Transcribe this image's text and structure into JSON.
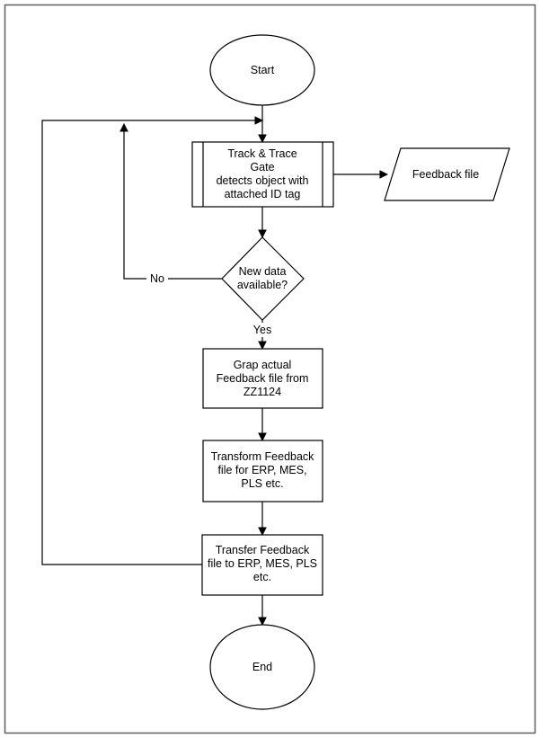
{
  "colors": {
    "frame": "#5f5f5f",
    "stroke": "#000000",
    "fill": "#ffffff"
  },
  "nodes": {
    "start": "Start",
    "gate": [
      "Track & Trace",
      "Gate",
      "detects object with",
      "attached ID tag"
    ],
    "feedback_file": "Feedback file",
    "decision": [
      "New data",
      "available?"
    ],
    "grab": [
      "Grap actual",
      "Feedback file from",
      "ZZ1124"
    ],
    "transform": [
      "Transform Feedback",
      "file for ERP, MES,",
      "PLS etc."
    ],
    "transfer": [
      "Transfer Feedback",
      "file to ERP, MES, PLS",
      "etc."
    ],
    "end": "End"
  },
  "edges": {
    "no_label": "No",
    "yes_label": "Yes"
  }
}
